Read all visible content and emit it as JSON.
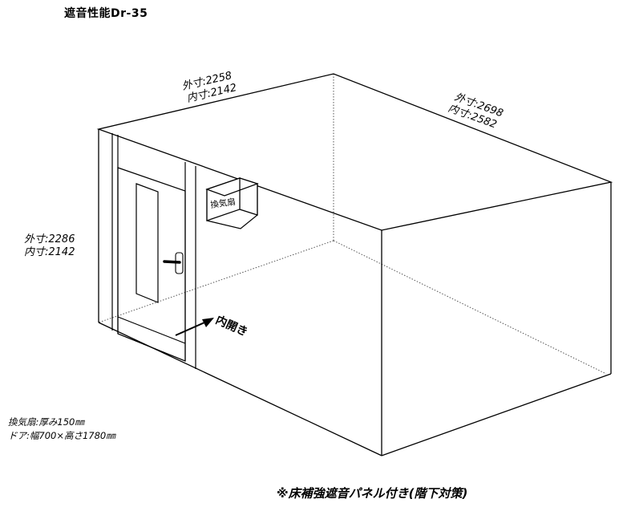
{
  "title": "遮音性能Dr-35",
  "dimensions": {
    "width": {
      "outer": "外寸:2258",
      "inner": "内寸:2142"
    },
    "depth": {
      "outer": "外寸:2698",
      "inner": "内寸:2582"
    },
    "height": {
      "outer": "外寸:2286",
      "inner": "内寸:2142"
    }
  },
  "labels": {
    "ventilation_fan": "換気扇",
    "door_opening": "内開き"
  },
  "notes": [
    "換気扇:厚み150㎜",
    "ドア:幅700×高さ1780㎜"
  ],
  "footer_note": "※床補強遮音パネル付き(階下対策)"
}
